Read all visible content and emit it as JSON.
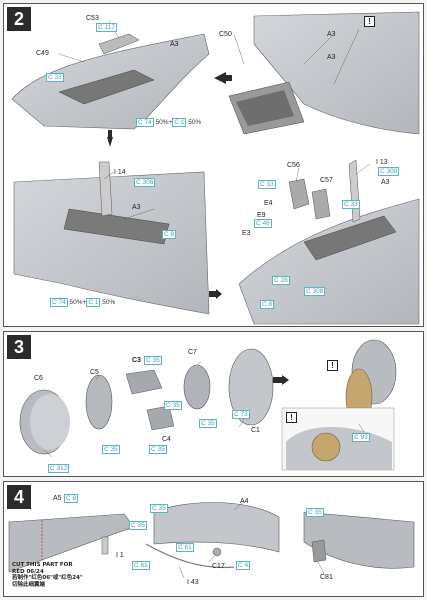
{
  "colors": {
    "accent": "#4a9fae",
    "hull": "#c9ccd1",
    "panel_border": "#555555",
    "step_bg": "#2b2b2b"
  },
  "steps": [
    {
      "number": "2",
      "labels": {
        "c53": "C53",
        "c49": "C49",
        "c50": "C50",
        "a3_tr": "A3",
        "a3_tr2": "A3",
        "a3_tl": "A3",
        "i14": "I 14",
        "a3_ml": "A3",
        "i13": "I 13",
        "c56": "C56",
        "c57": "C57",
        "a3_mr": "A3",
        "e4": "E4",
        "e9": "E9",
        "e3": "E3"
      },
      "paints": {
        "c117": {
          "code": "C 117"
        },
        "c33_tl": {
          "code": "C 33"
        },
        "mix_tl": {
          "code1": "C 74",
          "pct1": "50%",
          "plus": "+",
          "code2": "C 1",
          "pct2": "50%"
        },
        "c308_ml": {
          "code": "C 308"
        },
        "c8_ml": {
          "code": "C 8"
        },
        "mix_ml": {
          "code1": "C 74",
          "pct1": "50%",
          "plus": "+",
          "code2": "C 1",
          "pct2": "50%"
        },
        "c33_mr": {
          "code": "C 33"
        },
        "c308_mr": {
          "code": "C 308"
        },
        "c46": {
          "code": "C 46"
        },
        "c33_mr2": {
          "code": "C 33"
        },
        "c28": {
          "code": "C 28"
        },
        "c308_mr3": {
          "code": "C 308"
        },
        "c8_mr": {
          "code": "C 8"
        }
      },
      "warning": "!"
    },
    {
      "number": "3",
      "labels": {
        "c6": "C6",
        "c5": "C5",
        "c3": "C3",
        "c7": "C7",
        "c4": "C4",
        "c1": "C1"
      },
      "paints": {
        "c35_a": {
          "code": "C 35"
        },
        "c35_b": {
          "code": "C 35"
        },
        "c35_c": {
          "code": "C 35"
        },
        "c35_d": {
          "code": "C 35"
        },
        "c73": {
          "code": "C 73"
        },
        "c312": {
          "code": "C 312"
        },
        "c93": {
          "code": "C 93"
        }
      },
      "warning": "!",
      "warning2": "!"
    },
    {
      "number": "4",
      "labels": {
        "a5": "A5",
        "a4": "A4",
        "i1": "I 1",
        "c17": "C17",
        "i43": "I 43",
        "c81": "C81"
      },
      "paints": {
        "c8_4": {
          "code": "C 8"
        },
        "c35_4a": {
          "code": "C 35"
        },
        "c35_4b": {
          "code": "C 35"
        },
        "c61_a": {
          "code": "C 61"
        },
        "c61_b": {
          "code": "C 61"
        },
        "c4_4": {
          "code": "C 4"
        },
        "c35_4c": {
          "code": "C 35"
        }
      },
      "cut_note": {
        "line1": "CUT THIS PART FOR",
        "line2": "RED 06/24",
        "line3": "若制作\"红色06\"或\"红色24\"",
        "line4": "切除此细翼端"
      }
    }
  ]
}
